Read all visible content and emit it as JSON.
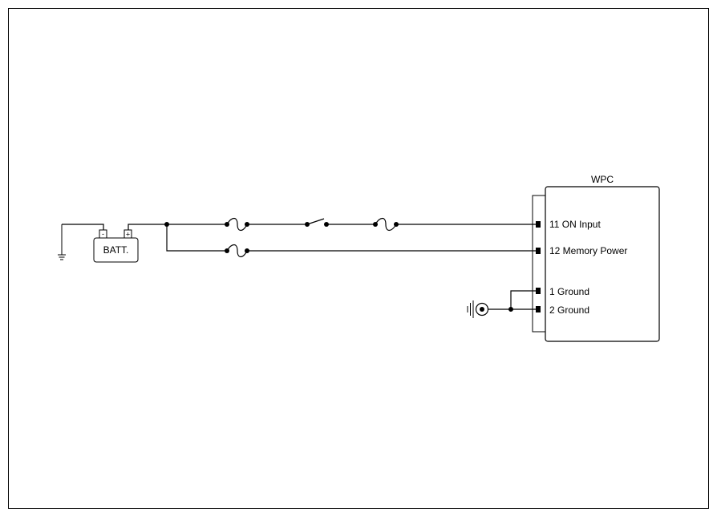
{
  "diagram": {
    "module": {
      "title": "WPC",
      "pins": [
        {
          "label": "11 ON Input"
        },
        {
          "label": "12 Memory Power"
        },
        {
          "label": "1 Ground"
        },
        {
          "label": "2 Ground"
        }
      ]
    },
    "battery": {
      "label": "BATT.",
      "neg_terminal": "-",
      "pos_terminal": "+"
    }
  }
}
